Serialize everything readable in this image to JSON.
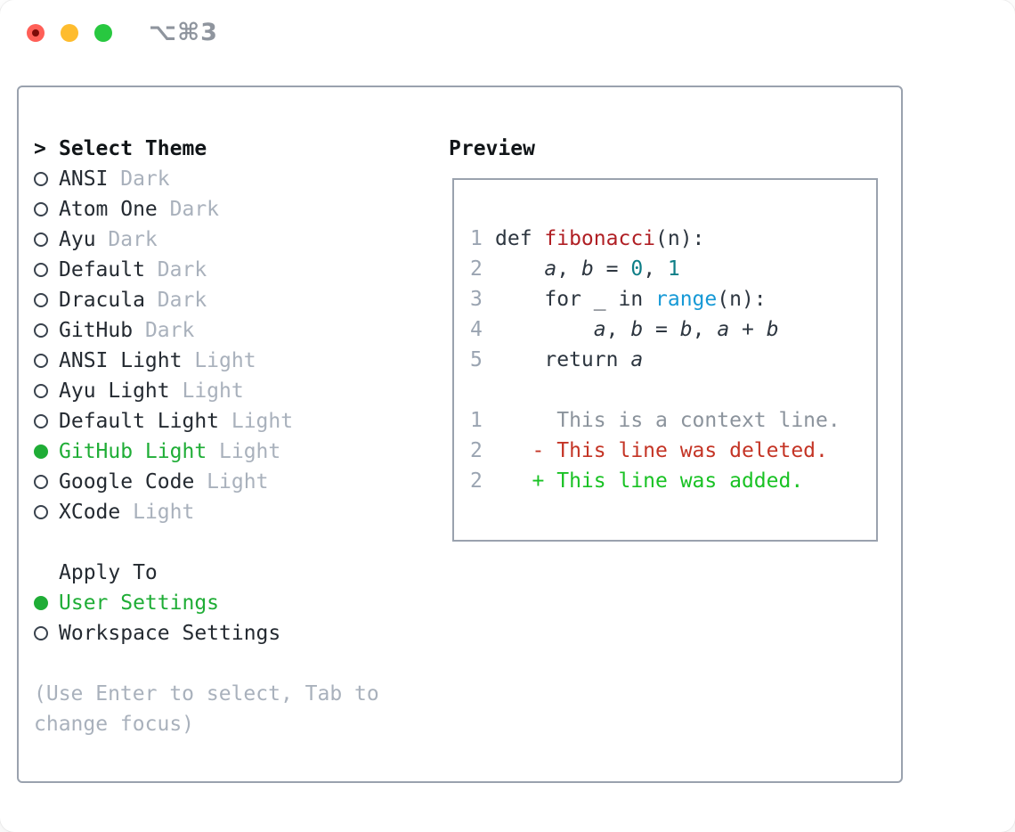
{
  "window": {
    "title": "⌥⌘3",
    "traffic_lights": [
      "close",
      "minimize",
      "zoom"
    ]
  },
  "colors": {
    "accent_green": "#1fad36",
    "text": "#242a31",
    "code_text": "#2d3640",
    "muted_gray": "#a9b1bc",
    "gutter_gray": "#9aa4b1",
    "context_gray": "#8b939c",
    "deleted_red": "#c43425",
    "added_green": "#19c224",
    "function_red": "#b01f24",
    "builtin_blue": "#1699d6",
    "number_teal": "#0e7e87",
    "border_gray": "#9aa2ae",
    "titlebar_text": "#8f959e",
    "traffic_red": "#ff5f57",
    "traffic_yellow": "#febc2e",
    "traffic_green": "#28c840"
  },
  "selector": {
    "prompt": ">",
    "title": "Select Theme",
    "themes": [
      {
        "name": "ANSI",
        "variant": "Dark",
        "selected": false
      },
      {
        "name": "Atom One",
        "variant": "Dark",
        "selected": false
      },
      {
        "name": "Ayu",
        "variant": "Dark",
        "selected": false
      },
      {
        "name": "Default",
        "variant": "Dark",
        "selected": false
      },
      {
        "name": "Dracula",
        "variant": "Dark",
        "selected": false
      },
      {
        "name": "GitHub",
        "variant": "Dark",
        "selected": false
      },
      {
        "name": "ANSI Light",
        "variant": "Light",
        "selected": false
      },
      {
        "name": "Ayu Light",
        "variant": "Light",
        "selected": false
      },
      {
        "name": "Default Light",
        "variant": "Light",
        "selected": false
      },
      {
        "name": "GitHub Light",
        "variant": "Light",
        "selected": true
      },
      {
        "name": "Google Code",
        "variant": "Light",
        "selected": false
      },
      {
        "name": "XCode",
        "variant": "Light",
        "selected": false
      }
    ],
    "apply_to": {
      "title": "Apply To",
      "options": [
        {
          "label": "User Settings",
          "selected": true
        },
        {
          "label": "Workspace Settings",
          "selected": false
        }
      ]
    },
    "help_lines": [
      "(Use Enter to select, Tab to",
      "change focus)"
    ]
  },
  "preview": {
    "title": "Preview",
    "lines": [
      {
        "num": "1",
        "parts": [
          [
            "def ",
            "pl"
          ],
          [
            "fibonacci",
            "fn"
          ],
          [
            "(n):",
            "pl"
          ]
        ]
      },
      {
        "num": "2",
        "parts": [
          [
            "    ",
            "pl"
          ],
          [
            "a",
            "v"
          ],
          [
            ", ",
            "pl"
          ],
          [
            "b",
            "v"
          ],
          [
            " = ",
            "pl"
          ],
          [
            "0",
            "nm"
          ],
          [
            ", ",
            "pl"
          ],
          [
            "1",
            "nm"
          ]
        ]
      },
      {
        "num": "3",
        "parts": [
          [
            "    for _ in ",
            "pl"
          ],
          [
            "range",
            "bi"
          ],
          [
            "(n):",
            "pl"
          ]
        ]
      },
      {
        "num": "4",
        "parts": [
          [
            "        ",
            "pl"
          ],
          [
            "a",
            "v"
          ],
          [
            ", ",
            "pl"
          ],
          [
            "b",
            "v"
          ],
          [
            " = ",
            "pl"
          ],
          [
            "b",
            "v"
          ],
          [
            ", ",
            "pl"
          ],
          [
            "a",
            "v"
          ],
          [
            " + ",
            "pl"
          ],
          [
            "b",
            "v"
          ]
        ]
      },
      {
        "num": "5",
        "parts": [
          [
            "    return ",
            "pl"
          ],
          [
            "a",
            "v"
          ]
        ]
      },
      {
        "num": "",
        "parts": []
      },
      {
        "num": "1",
        "parts": [
          [
            "     This is a context line.",
            "cx"
          ]
        ]
      },
      {
        "num": "2",
        "parts": [
          [
            "   ",
            "pl"
          ],
          [
            "- This line was deleted.",
            "del"
          ]
        ]
      },
      {
        "num": "2",
        "parts": [
          [
            "   ",
            "pl"
          ],
          [
            "+ This line was added.",
            "add"
          ]
        ]
      }
    ]
  }
}
